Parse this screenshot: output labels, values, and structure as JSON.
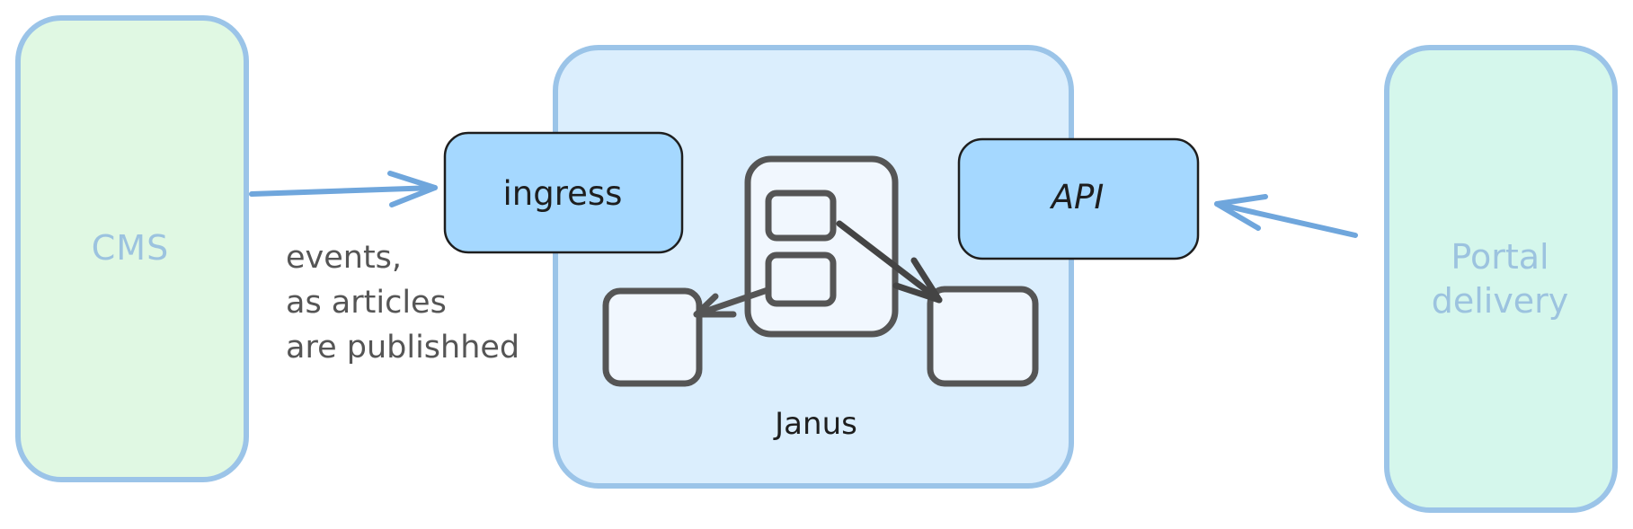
{
  "nodes": {
    "cms": {
      "label": "CMS",
      "color": "#e0f8e3"
    },
    "portal": {
      "label_lines": [
        "Portal",
        "delivery"
      ],
      "color": "#d5f7ec"
    },
    "janus": {
      "label": "Janus",
      "color": "#dbeefd"
    },
    "ingress": {
      "label": "ingress",
      "color": "#a5d8ff"
    },
    "api": {
      "label": "API",
      "color": "#a5d8ff"
    }
  },
  "edges": {
    "cms_to_ingress": {
      "note_lines": [
        "events,",
        "as articles",
        "are publishhed"
      ]
    },
    "portal_to_api": {}
  },
  "colors": {
    "outline_blue": "#9bc4e8",
    "arrow_blue": "#6fa6dc",
    "inner_dark": "#555555",
    "inner_fill": "#f1f7fe",
    "text_dark": "#1e1e1e",
    "text_muted": "#9cc3df"
  }
}
